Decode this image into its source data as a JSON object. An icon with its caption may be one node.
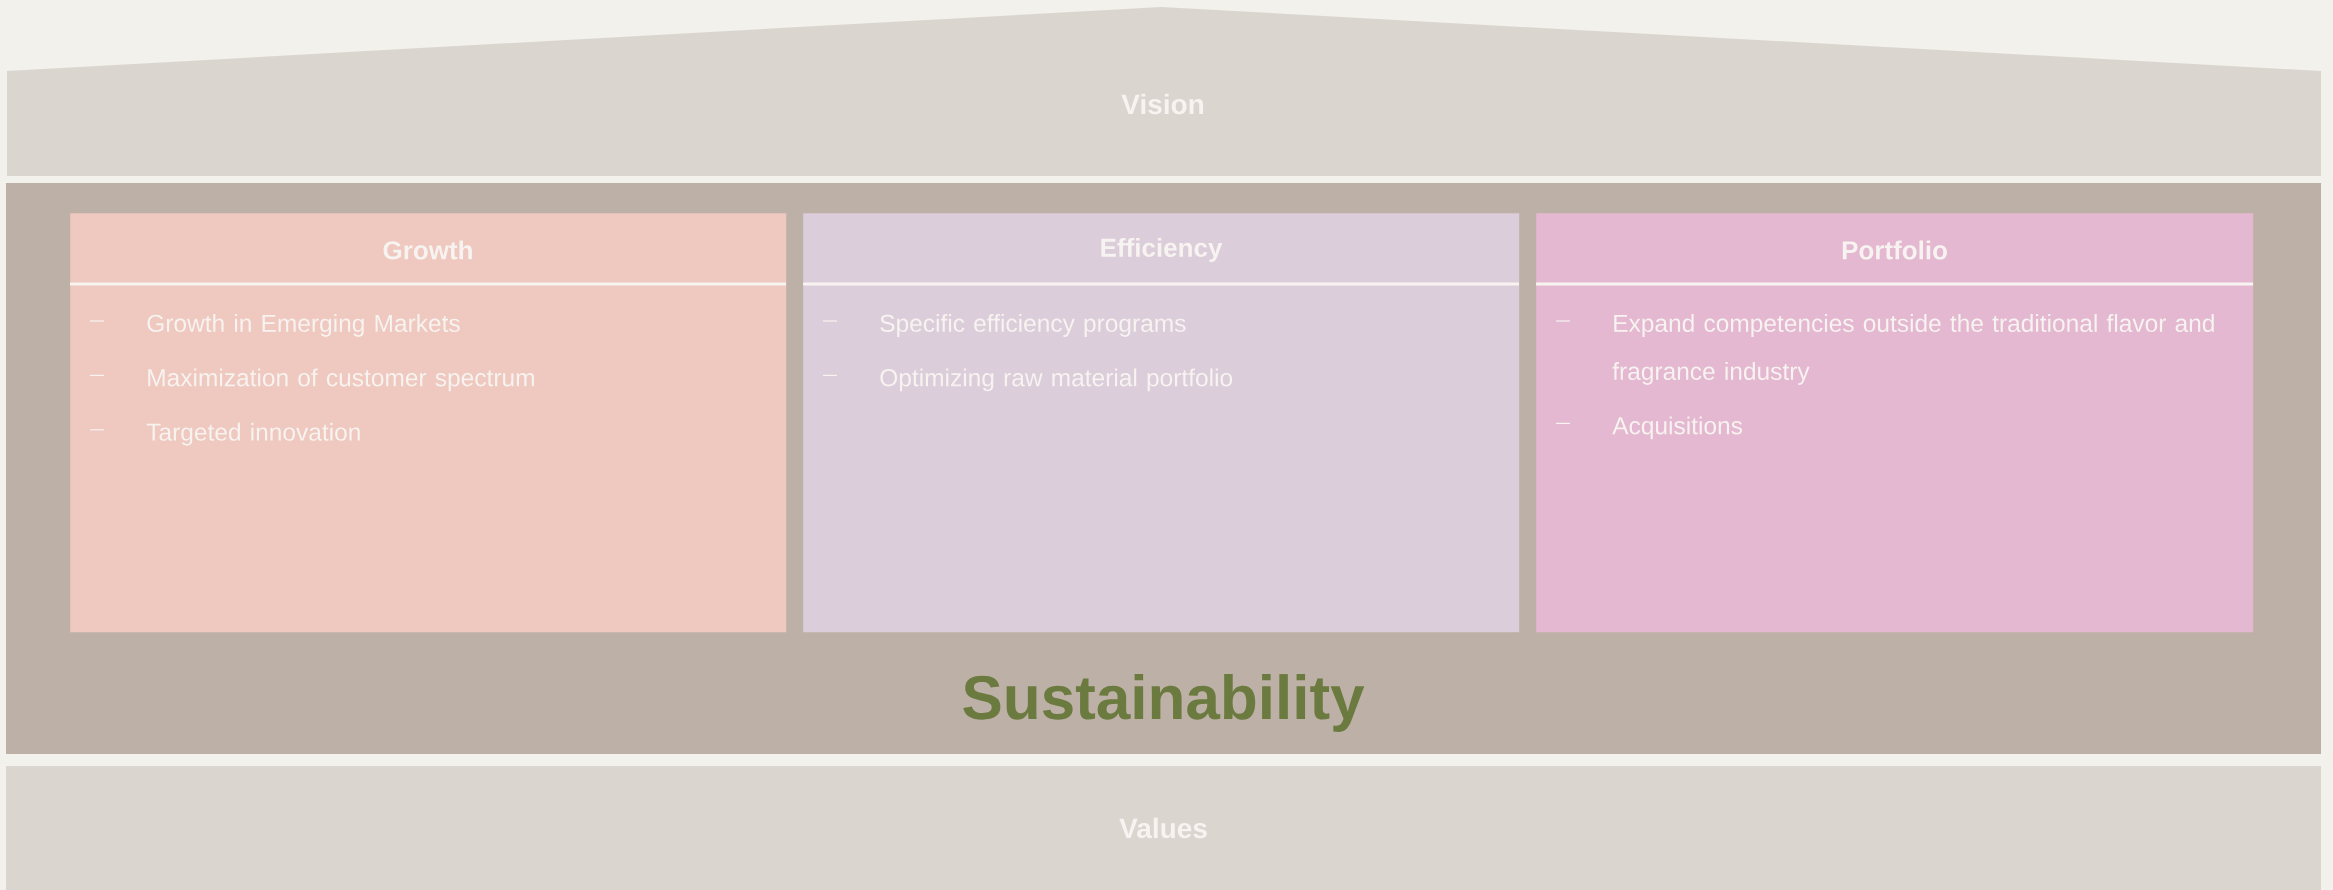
{
  "diagram": {
    "nodes": [
      {
        "text": [
          "Vision"
        ]
      },
      {
        "text": [
          "Sustainability"
        ]
      },
      {
        "text": [
          "Growth",
          "Growth in Emerging Markets",
          "Maximization of customer spectrum",
          "Targeted innovation"
        ],
        "in": 1
      },
      {
        "text": [
          "Efficiency",
          "Specific efficiency programs",
          "Optimizing raw material portfolio"
        ],
        "in": 1
      },
      {
        "text": [
          "Portfolio",
          "Expand competencies outside the traditional flavor and fragrance industry",
          "Acquisitions"
        ],
        "in": 1
      },
      {
        "text": [
          "Values"
        ]
      }
    ]
  }
}
